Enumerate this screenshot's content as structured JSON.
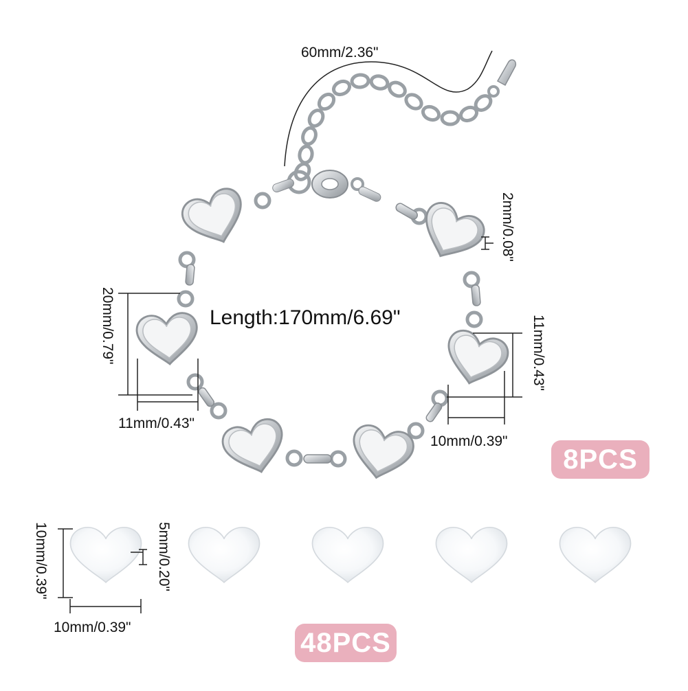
{
  "labels": {
    "length": "Length:170mm/6.69\"",
    "extender": "60mm/2.36\"",
    "rim_thickness": "2mm/0.08\"",
    "setting_height": "20mm/0.79\"",
    "setting_width": "11mm/0.43\"",
    "tray_height": "11mm/0.43\"",
    "tray_width": "10mm/0.39\"",
    "cab_height": "10mm/0.39\"",
    "cab_depth": "5mm/0.20\"",
    "cab_width": "10mm/0.39\""
  },
  "badges": {
    "bracelets": "8PCS",
    "cabochons": "48PCS"
  },
  "colors": {
    "badge": "#eab0bd",
    "metal": "#c9ccd0",
    "metal_light": "#f1f2f4",
    "glass": "#eef1f4"
  }
}
